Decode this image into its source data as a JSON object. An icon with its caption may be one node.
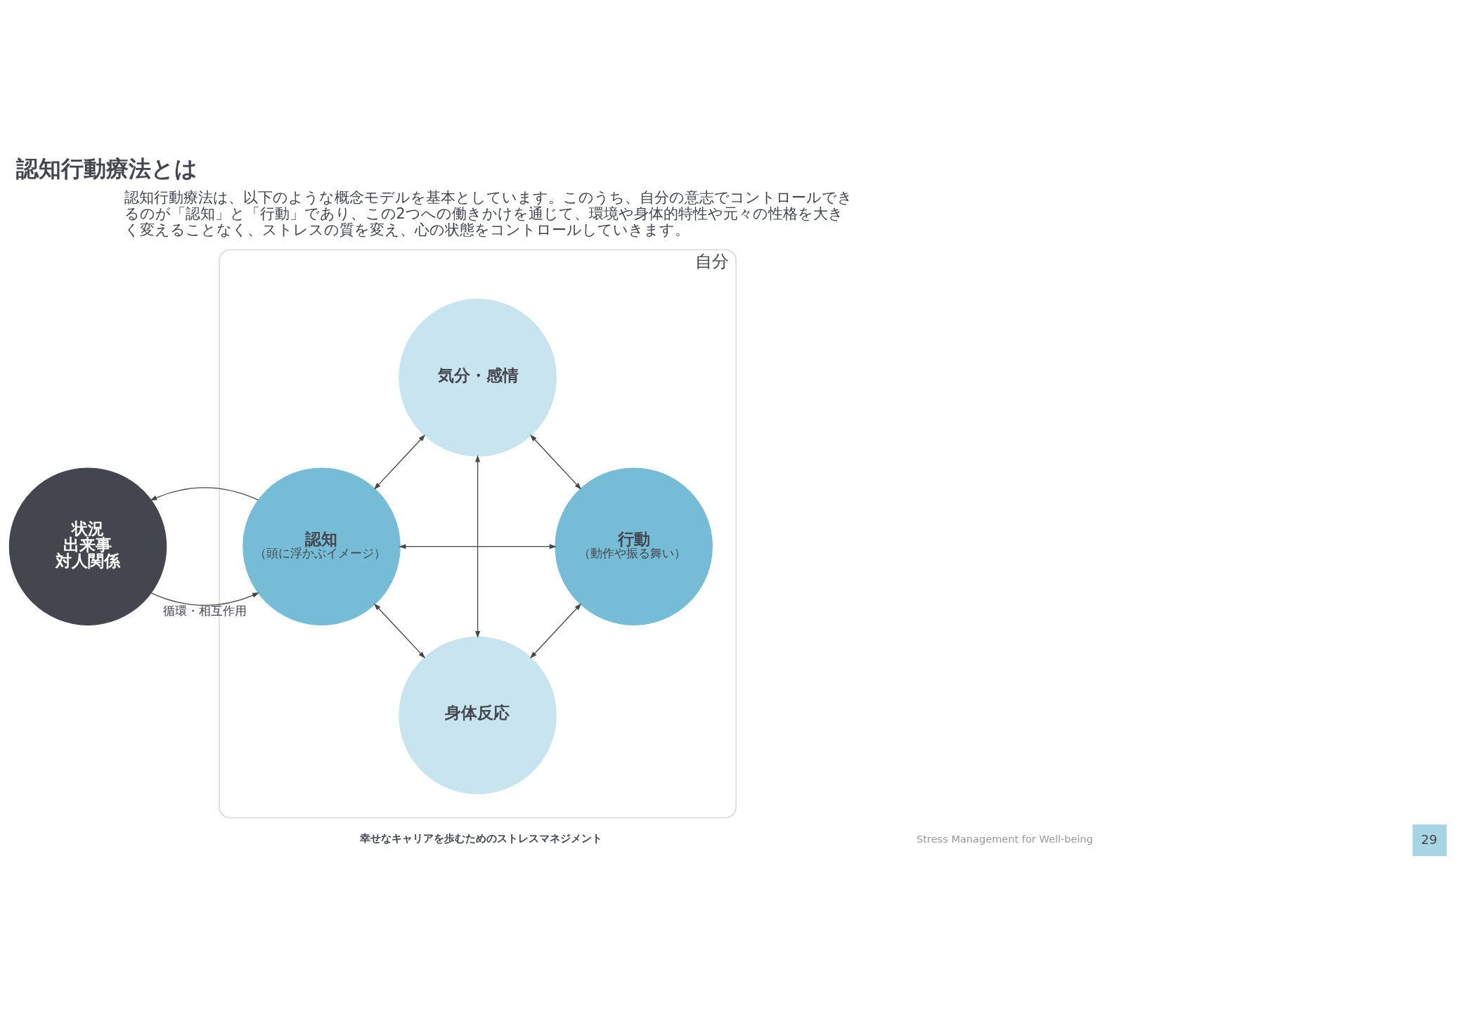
{
  "diagram": {
    "title": "認知行動療法とは",
    "nodes": [
      {
        "text": [
          "状況",
          "出来事",
          "対人関係"
        ]
      },
      {
        "text": [
          "自分"
        ]
      },
      {
        "text": [
          "気分・感情"
        ],
        "in": 1
      },
      {
        "text": [
          "認知",
          "（頭に浮かぶイメージ）"
        ],
        "in": 1
      },
      {
        "text": [
          "行動",
          "（動作や振る舞い）"
        ],
        "in": 1
      },
      {
        "text": [
          "身体反応"
        ],
        "in": 1
      }
    ],
    "edges": [
      {
        "from": 0,
        "to": 3,
        "arrow": "to",
        "label": "循環・相互作用"
      },
      {
        "from": 3,
        "to": 0,
        "arrow": "to"
      },
      {
        "from": 2,
        "to": 3,
        "arrow": "both"
      },
      {
        "from": 2,
        "to": 5,
        "arrow": "both"
      },
      {
        "from": 2,
        "to": 4,
        "arrow": "both"
      },
      {
        "from": 3,
        "to": 4,
        "arrow": "both"
      },
      {
        "from": 3,
        "to": 5,
        "arrow": "both"
      },
      {
        "from": 4,
        "to": 5,
        "arrow": "both"
      }
    ],
    "labels": [
      "認知行動療法は、以下のような概念モデルを基本としています。このうち、自分の意志でコントロールできるのが「認知」と「行動」であり、この2つへの働きかけを通じて、環境や身体的特性や元々の性格を大きく変えることなく、ストレスの質を変え、心の状態をコントロールしていきます。",
      "幸せなキャリアを歩むためのストレスマネジメント",
      "Stress Management for Well-being",
      "29"
    ]
  }
}
